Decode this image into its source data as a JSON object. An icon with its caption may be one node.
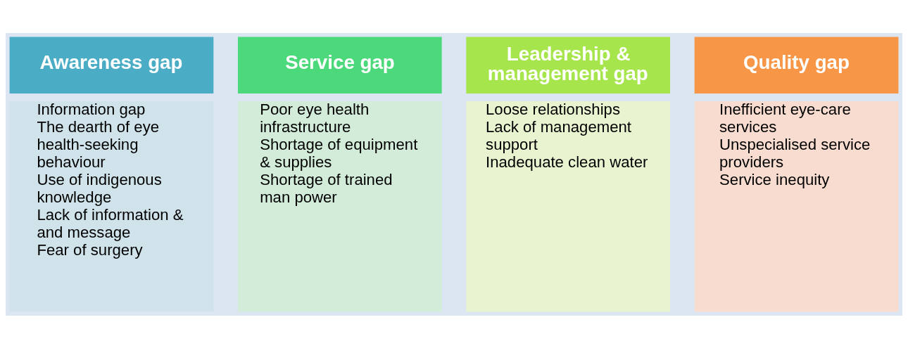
{
  "diagram": {
    "nodes": [
      {
        "text": [
          "Awareness gap"
        ]
      },
      {
        "text": [
          "Information gap",
          "The dearth of eye health-seeking behaviour",
          "Use of indigenous knowledge",
          "Lack of information & and message",
          "Fear of surgery"
        ]
      },
      {
        "text": [
          "Service gap"
        ]
      },
      {
        "text": [
          "Poor eye health infrastructure",
          "Shortage of equipment & supplies",
          "Shortage of trained man power"
        ]
      },
      {
        "text": [
          "Leadership & management gap"
        ]
      },
      {
        "text": [
          "Loose relationships",
          "Lack of management support",
          "Inadequate clean water"
        ]
      },
      {
        "text": [
          "Quality gap"
        ]
      },
      {
        "text": [
          "Inefficient eye-care services",
          "Unspecialised service providers",
          "Service inequity"
        ]
      }
    ],
    "edges": []
  }
}
